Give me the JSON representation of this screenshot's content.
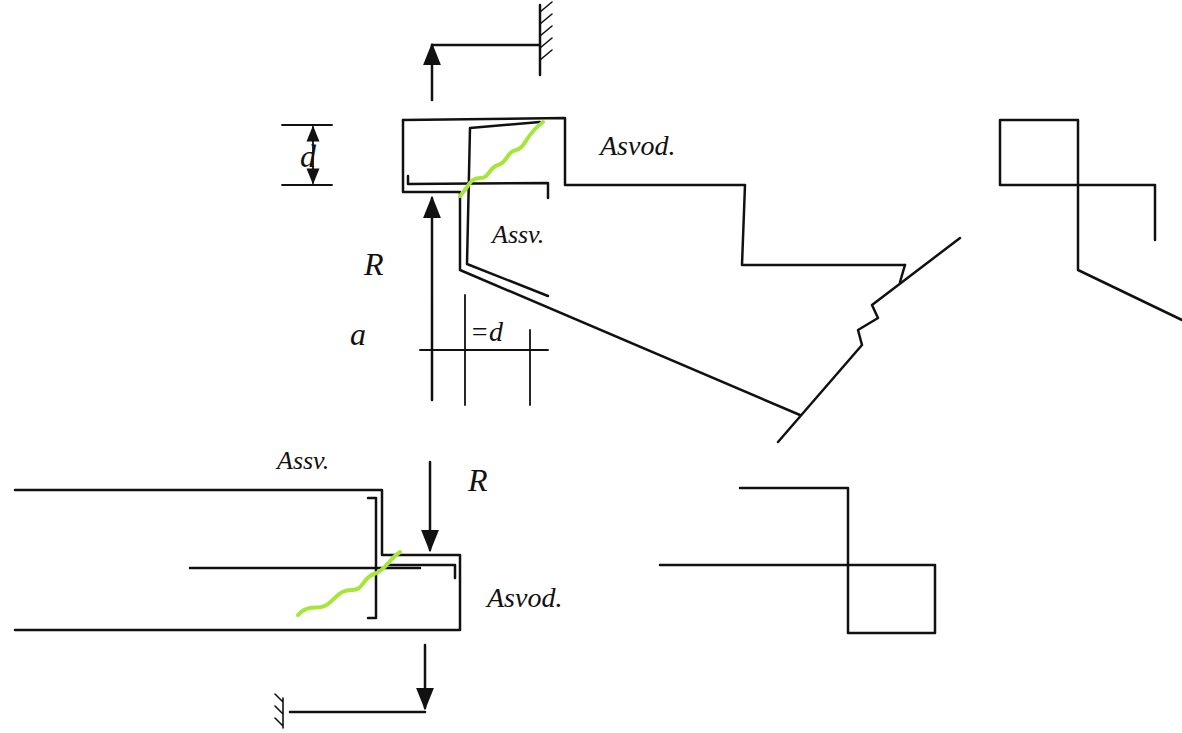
{
  "diagram": {
    "labels": [
      "d",
      "Asvod.",
      "Assv.",
      "R",
      "a",
      "=d",
      "Assv.",
      "R",
      "Asvod."
    ]
  }
}
